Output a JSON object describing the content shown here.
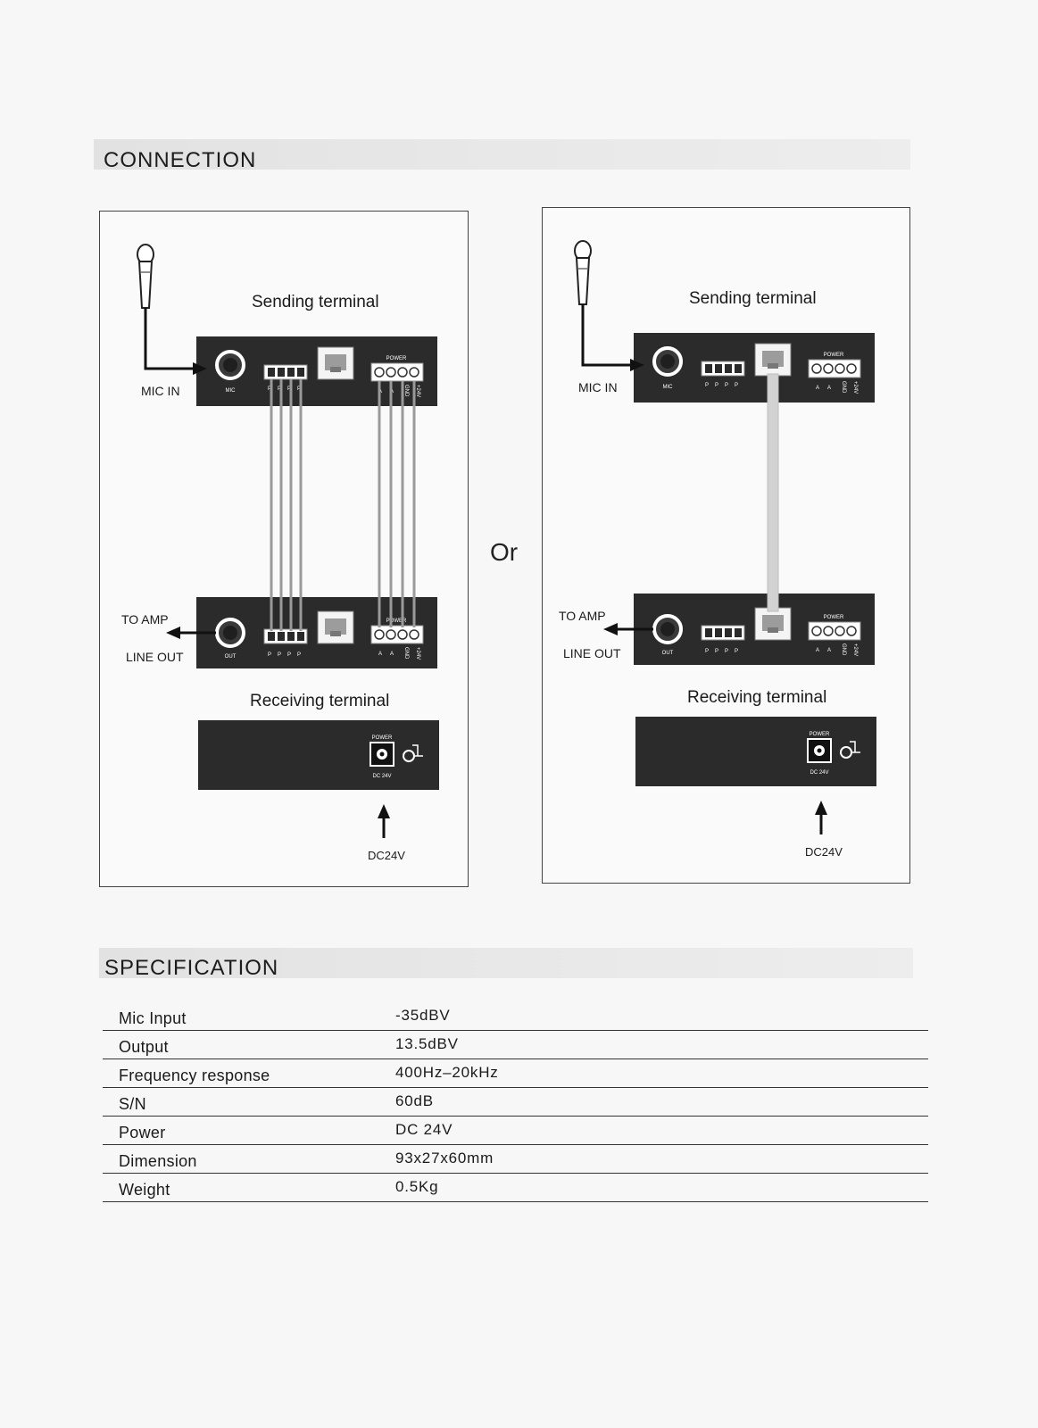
{
  "connection": {
    "title": "CONNECTION",
    "or_label": "Or",
    "diagrams": [
      {
        "sending_label": "Sending terminal",
        "receiving_label": "Receiving terminal",
        "mic_in_label": "MIC IN",
        "to_amp_label": "TO AMP",
        "line_out_label": "LINE OUT",
        "dc_label": "DC24V",
        "mic_jack_label": "MIC",
        "out_jack_label": "OUT",
        "power_label": "POWER",
        "power_jack_label": "DC 24V",
        "p_label": "P",
        "a_label": "A",
        "gnd_label": "GND",
        "v24_label": "+24V",
        "wiring": "individual wires"
      },
      {
        "sending_label": "Sending terminal",
        "receiving_label": "Receiving terminal",
        "mic_in_label": "MIC IN",
        "to_amp_label": "TO AMP",
        "line_out_label": "LINE OUT",
        "dc_label": "DC24V",
        "mic_jack_label": "MIC",
        "out_jack_label": "OUT",
        "power_label": "POWER",
        "power_jack_label": "DC 24V",
        "p_label": "P",
        "a_label": "A",
        "gnd_label": "GND",
        "v24_label": "+24V",
        "wiring": "network cable"
      }
    ]
  },
  "specification": {
    "title": "SPECIFICATION",
    "rows": [
      {
        "label": "Mic Input",
        "value": "-35dBV"
      },
      {
        "label": "Output",
        "value": "13.5dBV"
      },
      {
        "label": "Frequency response",
        "value": "400Hz–20kHz"
      },
      {
        "label": "S/N",
        "value": "60dB"
      },
      {
        "label": "Power",
        "value": "DC 24V"
      },
      {
        "label": "Dimension",
        "value": "93x27x60mm"
      },
      {
        "label": "Weight",
        "value": "0.5Kg"
      }
    ]
  },
  "colors": {
    "device_body": "#2b2b2b",
    "wire": "#9a9a9a",
    "section_bar": "#e4e4e4"
  }
}
